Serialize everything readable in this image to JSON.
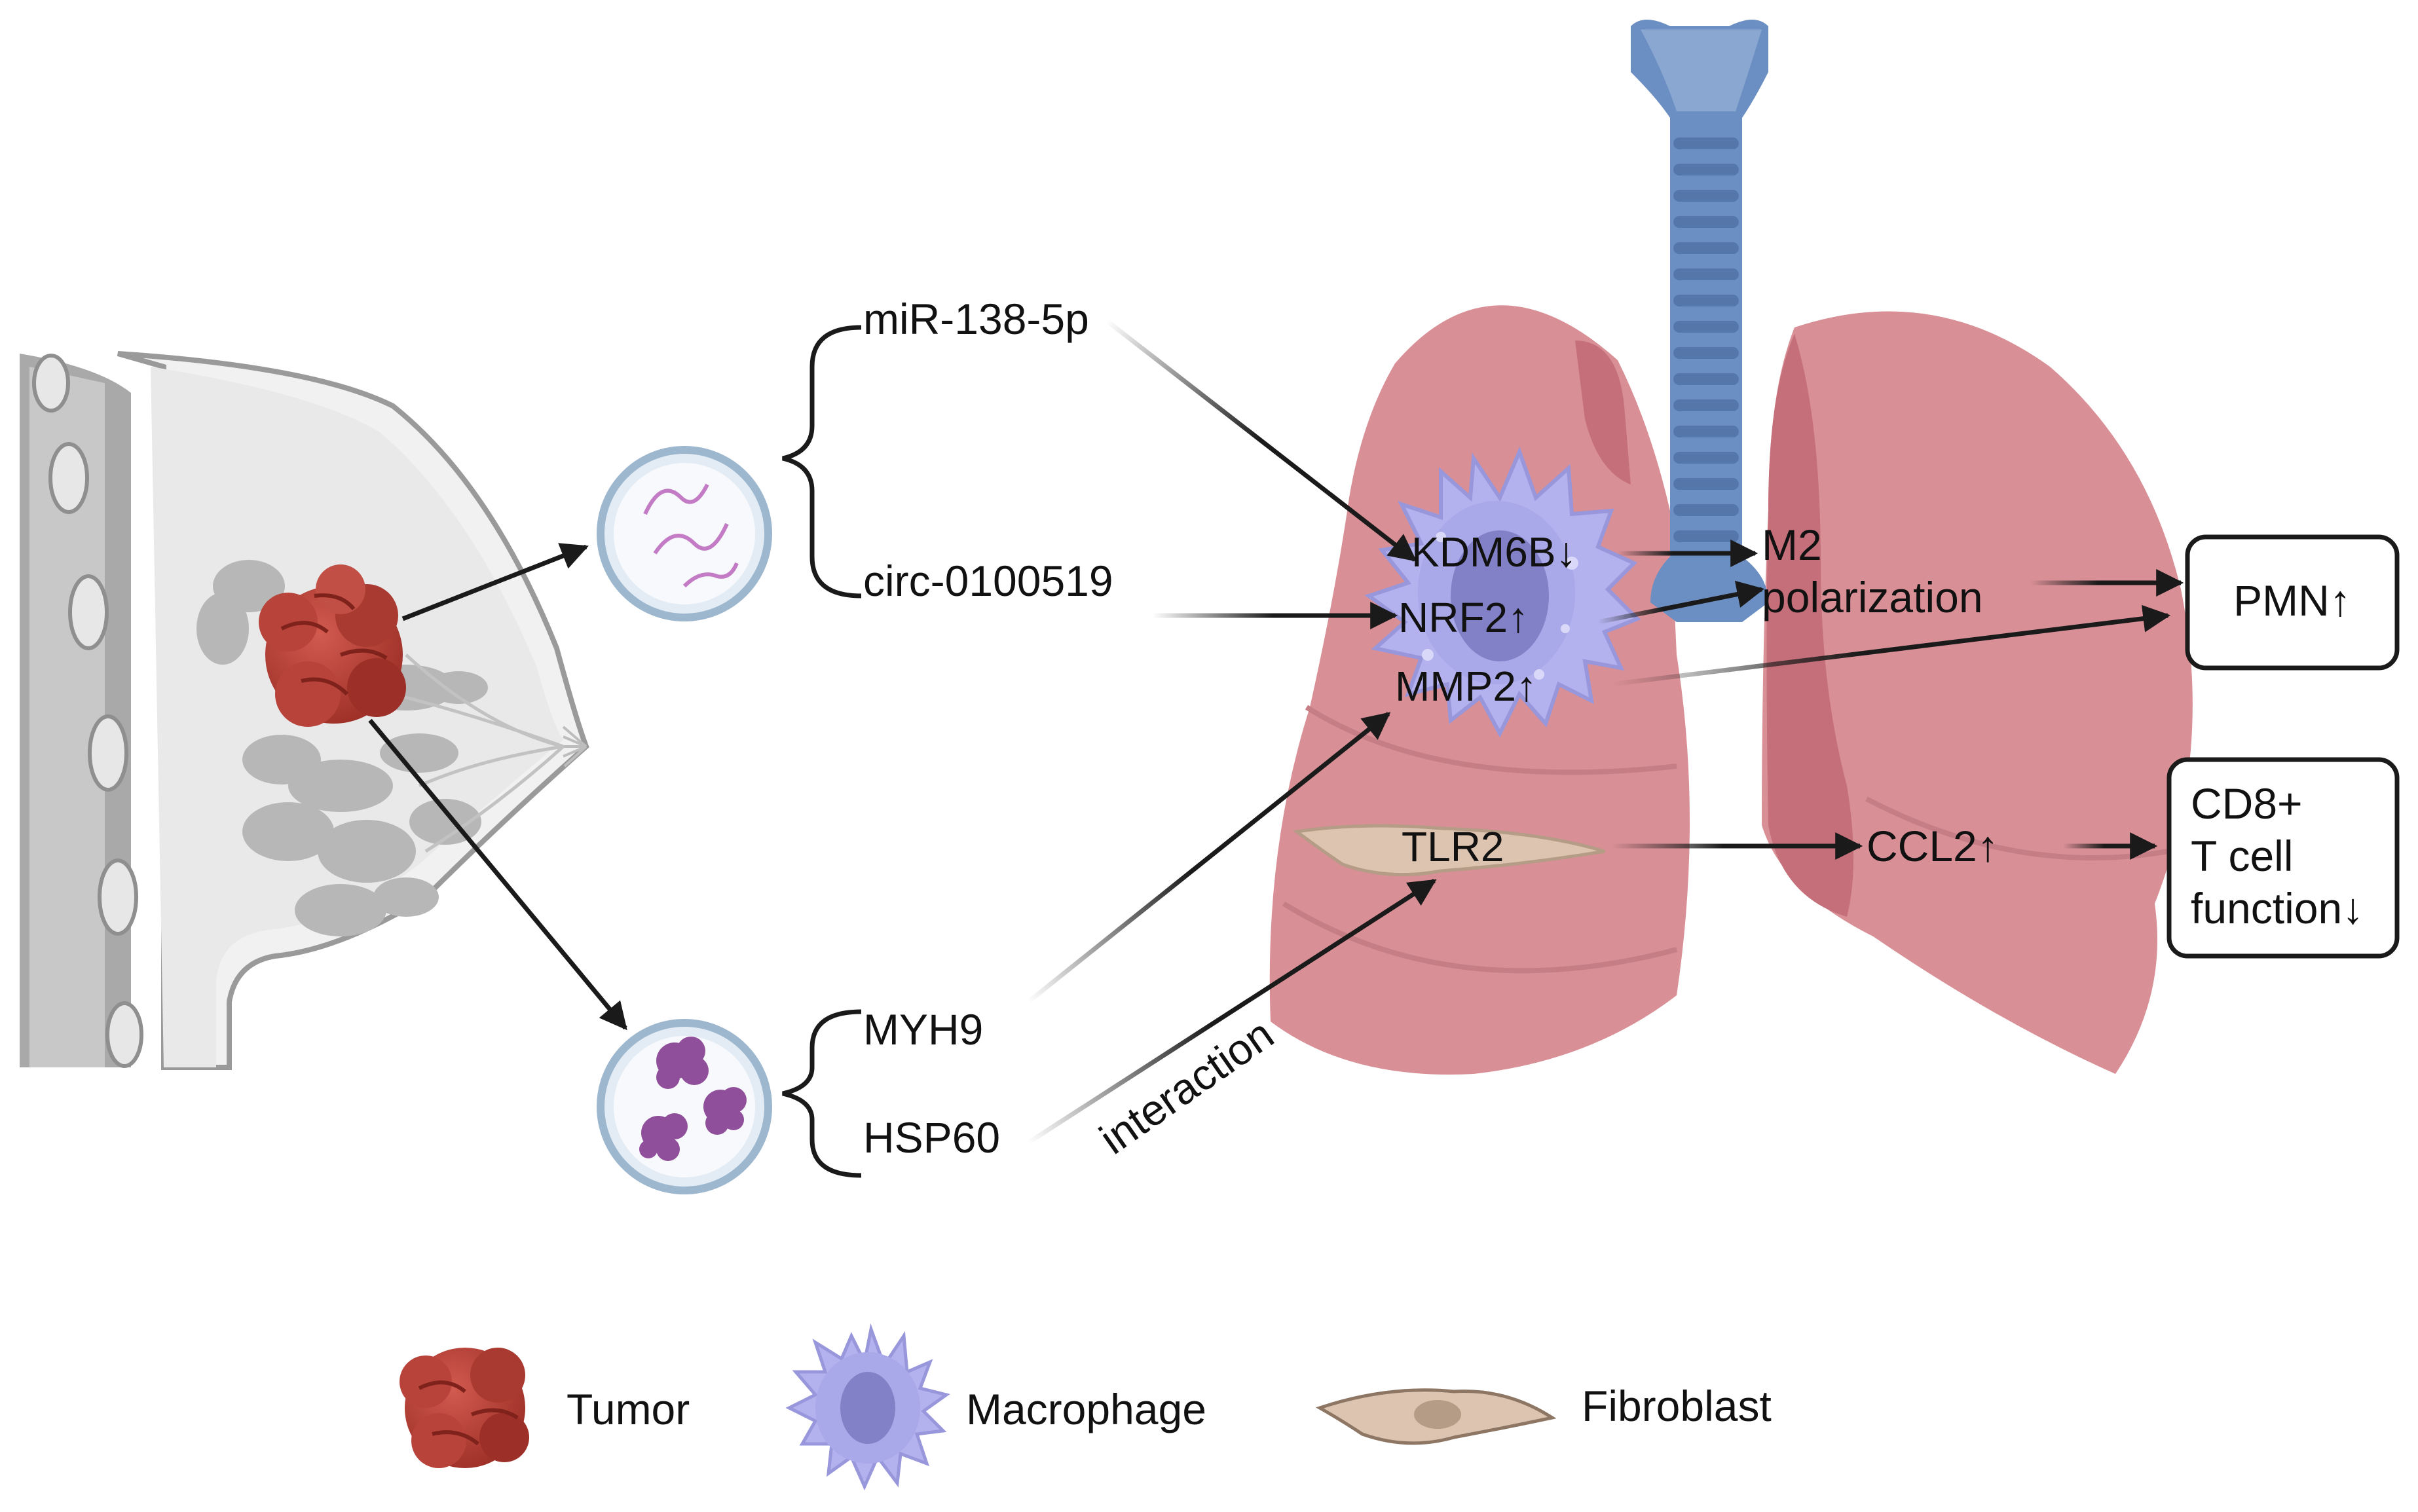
{
  "colors": {
    "tumor": "#b8433a",
    "macrophage": "#b3b2ee",
    "fibroblast": "#dcc4b0",
    "lung": "#d98f96",
    "trachea": "#6b8fc2",
    "arrow": "#1a1a1a"
  },
  "vesicles": {
    "top_cargo": "rna-strands",
    "bottom_cargo": "protein-clusters"
  },
  "labels": {
    "mir": "miR-138-5p",
    "circ": "circ-0100519",
    "myh9": "MYH9",
    "hsp60": "HSP60",
    "interaction": "interaction",
    "kdm6b": "KDM6B↓",
    "nrf2": "NRF2↑",
    "mmp2": "MMP2↑",
    "tlr2": "TLR2",
    "m2_line1": "M2",
    "m2_line2": "polarization",
    "ccl2": "CCL2↑",
    "pmn": "PMN↑",
    "cd8_line1": "CD8+",
    "cd8_line2": "T cell",
    "cd8_line3": "function↓"
  },
  "legend": {
    "tumor": "Tumor",
    "macrophage": "Macrophage",
    "fibroblast": "Fibroblast"
  }
}
